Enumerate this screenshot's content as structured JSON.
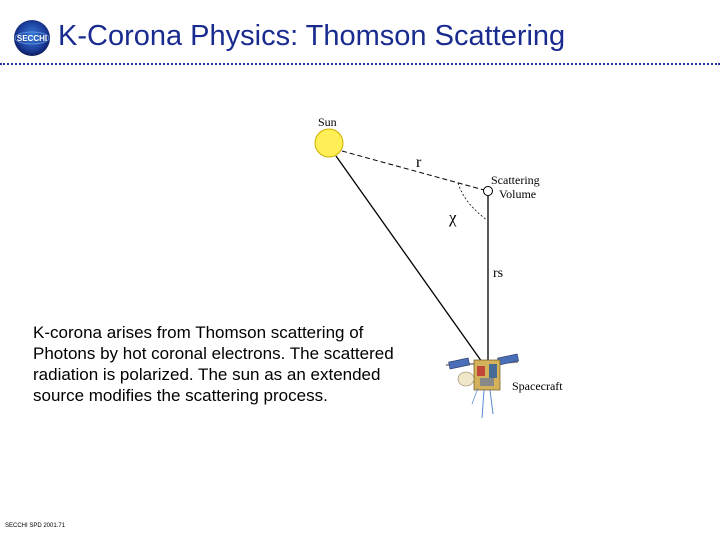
{
  "header": {
    "logo_text": "SECCHI",
    "title": "K-Corona Physics: Thomson Scattering"
  },
  "diagram": {
    "sun_label": "Sun",
    "r_label": "r",
    "scattering_volume_label_line1": "Scattering",
    "scattering_volume_label_line2": "Volume",
    "chi_label": "χ",
    "rs_label": "rs",
    "spacecraft_label": "Spacecraft",
    "colors": {
      "sun_fill": "#ffee55",
      "sun_stroke": "#ccb000",
      "line": "#000000"
    }
  },
  "caption": {
    "line1": "K-corona arises from Thomson scattering of",
    "line2": "Photons by hot coronal electrons. The scattered",
    "line3": "radiation is polarized. The sun as an extended",
    "line4": "source modifies the scattering process."
  },
  "footer": {
    "text": "SECCHI SPD 2001.71"
  },
  "colors": {
    "title": "#1a2b8f"
  }
}
